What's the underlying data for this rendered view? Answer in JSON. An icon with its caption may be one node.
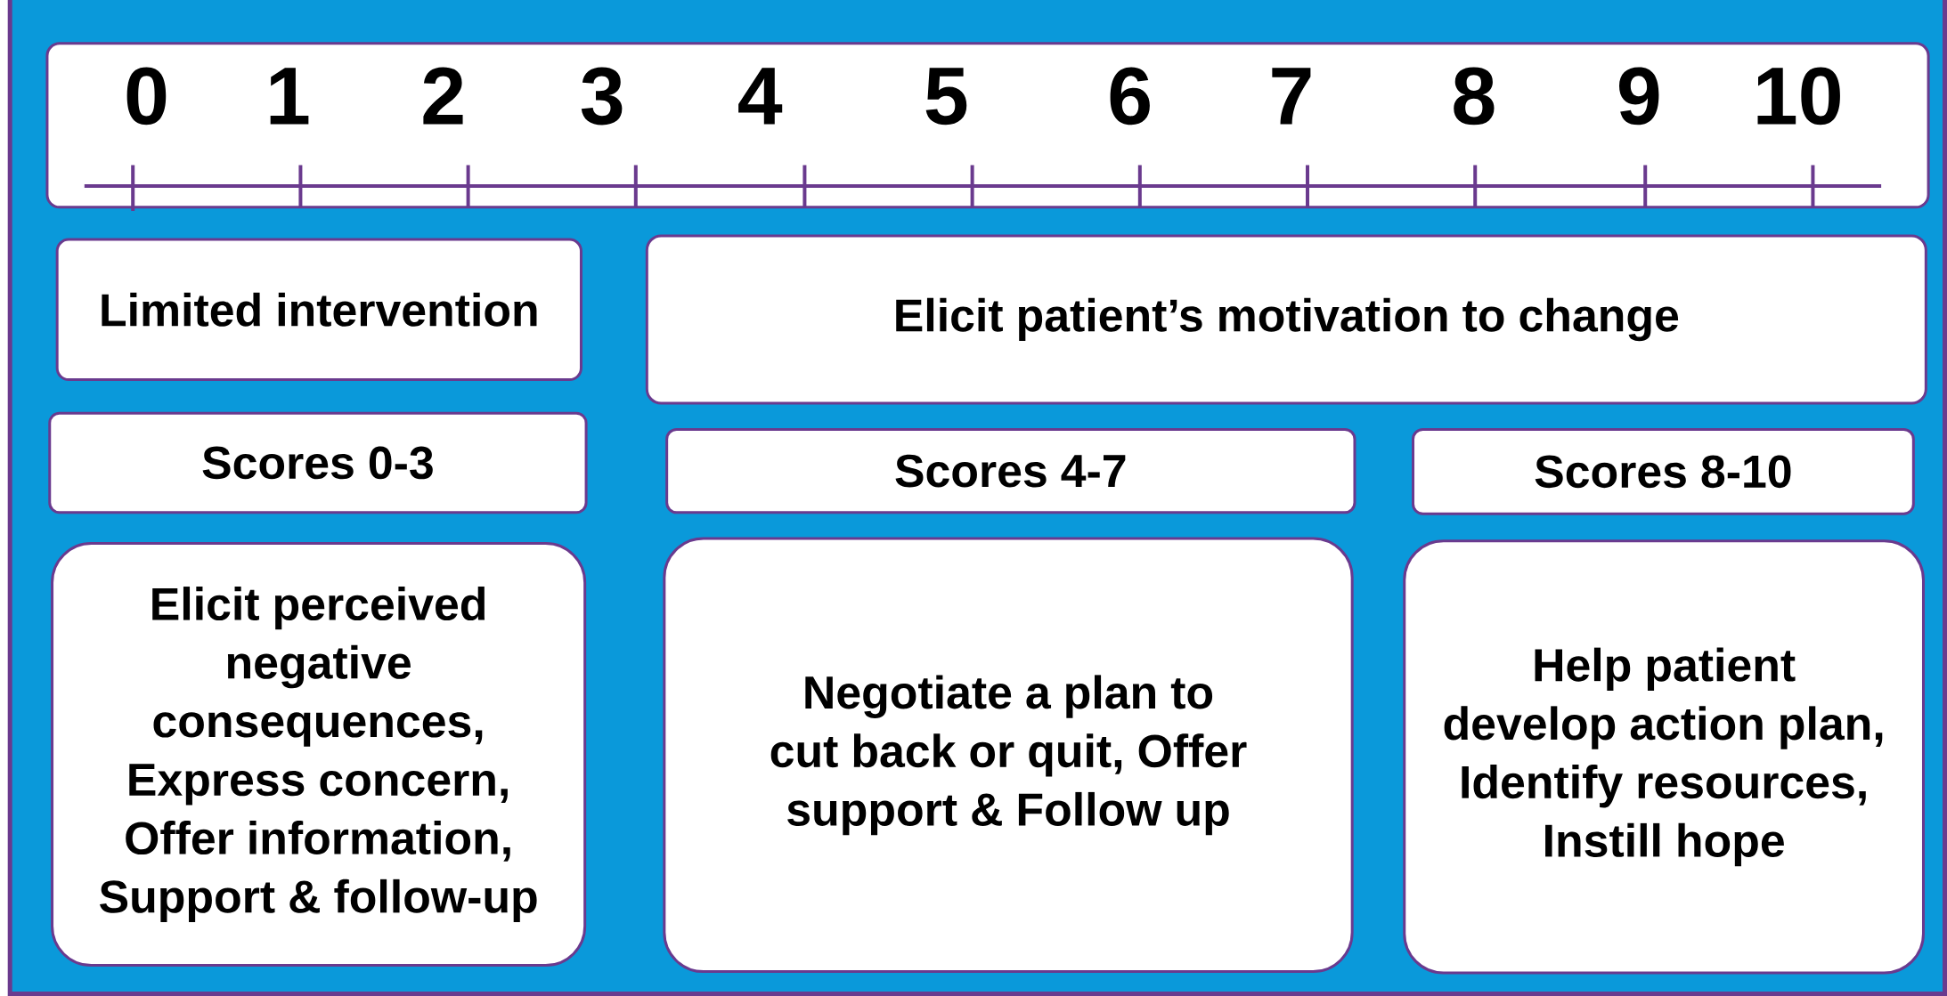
{
  "diagram": {
    "nodes": [
      {
        "text": [
          "0",
          "1",
          "2",
          "3",
          "4",
          "5",
          "6",
          "7",
          "8",
          "9",
          "10"
        ]
      },
      {
        "text": [
          "Limited intervention"
        ]
      },
      {
        "text": [
          "Elicit patient’s motivation to change"
        ]
      },
      {
        "text": [
          "Scores 0-3"
        ]
      },
      {
        "text": [
          "Scores 4-7"
        ]
      },
      {
        "text": [
          "Scores 8-10"
        ]
      },
      {
        "text": [
          "Elicit perceived negative consequences, Express concern, Offer information, Support & follow-up"
        ]
      },
      {
        "text": [
          "Negotiate a plan to cut back or quit, Offer support & Follow up"
        ]
      },
      {
        "text": [
          "Help patient develop action plan, Identify resources, Instill hope"
        ]
      }
    ]
  }
}
